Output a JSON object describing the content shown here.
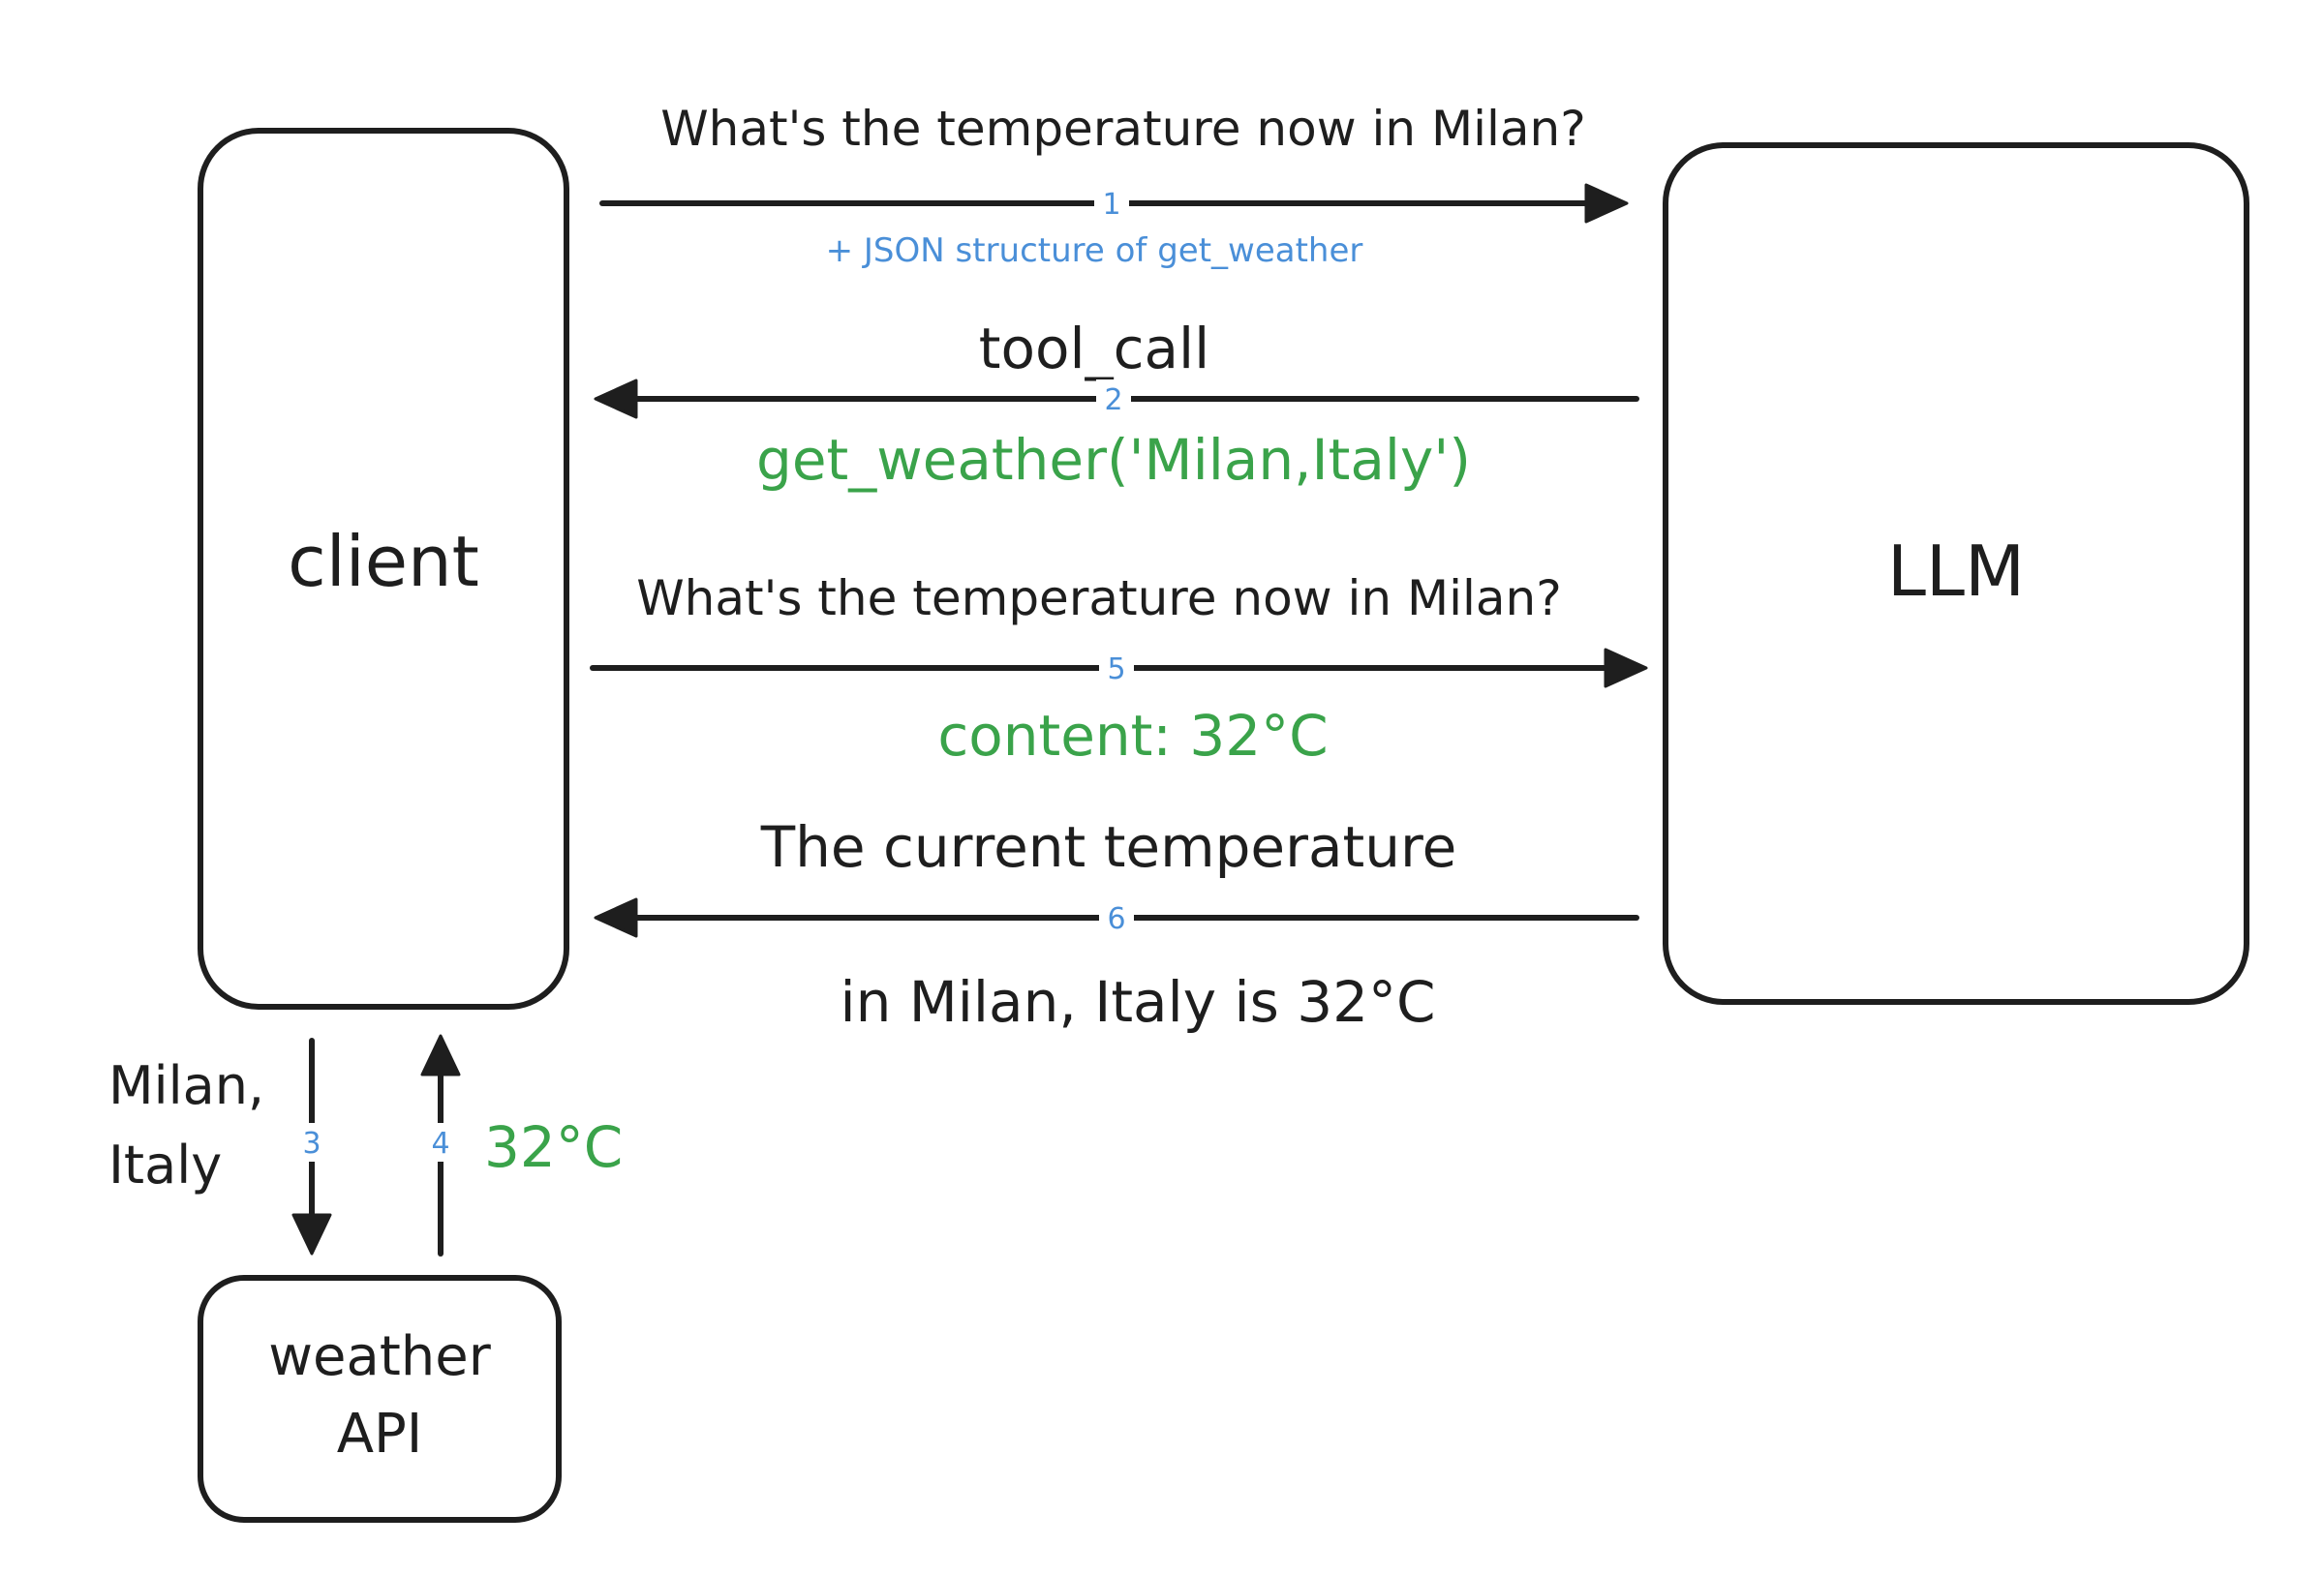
{
  "nodes": {
    "client": "client",
    "llm": "LLM",
    "weather_api": [
      "weather",
      "API"
    ]
  },
  "messages": {
    "m1": {
      "number": "1",
      "label": "What's the temperature now in Milan?",
      "note": "+ JSON structure of get_weather"
    },
    "m2": {
      "number": "2",
      "label": "tool_call",
      "payload": "get_weather('Milan,Italy')"
    },
    "m3": {
      "number": "3",
      "label": [
        "Milan,",
        "Italy"
      ]
    },
    "m4": {
      "number": "4",
      "label": "32°C"
    },
    "m5": {
      "number": "5",
      "label": "What's the temperature now in Milan?",
      "payload": "content: 32°C"
    },
    "m6": {
      "number": "6",
      "label": [
        "The current temperature",
        "in Milan, Italy is 32°C"
      ]
    }
  },
  "colors": {
    "stroke": "#1e1e1e",
    "number": "#4a8fd8",
    "highlight": "#3aa34a"
  }
}
